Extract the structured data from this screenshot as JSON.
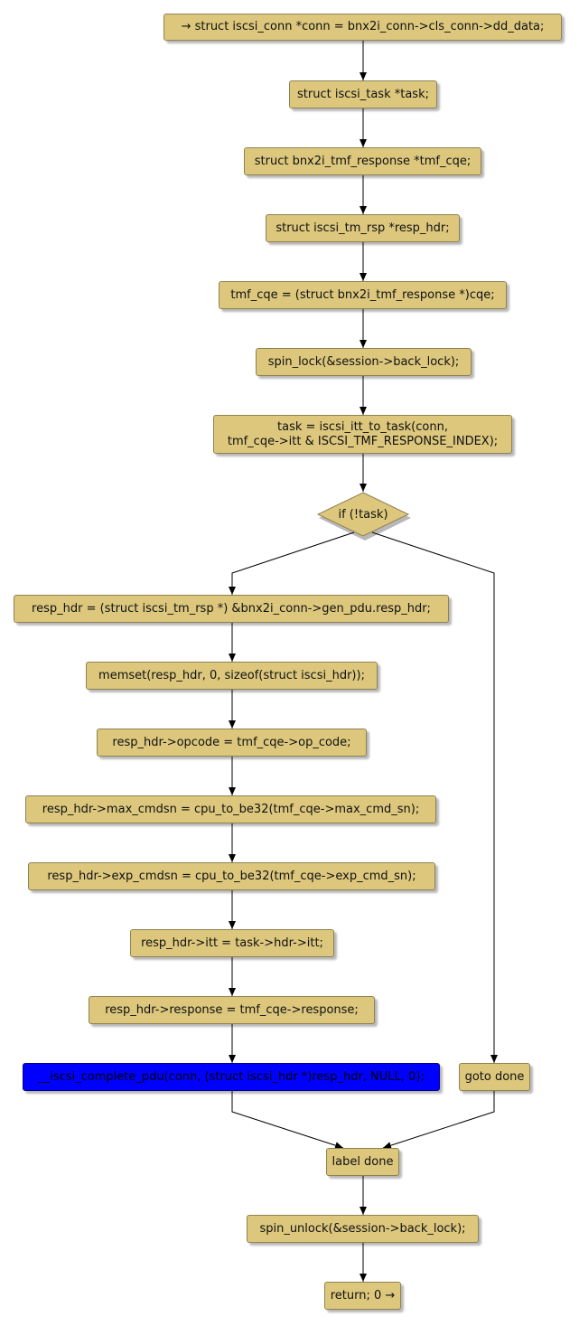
{
  "nodes": {
    "n1": "→ struct iscsi_conn *conn = bnx2i_conn->cls_conn->dd_data;",
    "n2": "struct iscsi_task *task;",
    "n3": "struct bnx2i_tmf_response *tmf_cqe;",
    "n4": "struct iscsi_tm_rsp *resp_hdr;",
    "n5": "tmf_cqe = (struct bnx2i_tmf_response *)cqe;",
    "n6": "spin_lock(&session->back_lock);",
    "n7_line1": "task = iscsi_itt_to_task(conn,",
    "n7_line2": "tmf_cqe->itt & ISCSI_TMF_RESPONSE_INDEX);",
    "decision": "if (!task)",
    "n8": "resp_hdr = (struct iscsi_tm_rsp *) &bnx2i_conn->gen_pdu.resp_hdr;",
    "n9": "memset(resp_hdr, 0, sizeof(struct iscsi_hdr));",
    "n10": "resp_hdr->opcode = tmf_cqe->op_code;",
    "n11": "resp_hdr->max_cmdsn = cpu_to_be32(tmf_cqe->max_cmd_sn);",
    "n12": "resp_hdr->exp_cmdsn = cpu_to_be32(tmf_cqe->exp_cmd_sn);",
    "n13": "resp_hdr->itt = task->hdr->itt;",
    "n14": "resp_hdr->response = tmf_cqe->response;",
    "n15": "__iscsi_complete_pdu(conn, (struct iscsi_hdr *)resp_hdr, NULL, 0);",
    "goto": "goto done",
    "label": "label done",
    "n16": "spin_unlock(&session->back_lock);",
    "n17": "return; 0 →"
  },
  "colors": {
    "node_fill": "#dcc77d",
    "node_border": "#8f8252",
    "highlight_fill": "#0000ff",
    "edge": "#000000"
  }
}
